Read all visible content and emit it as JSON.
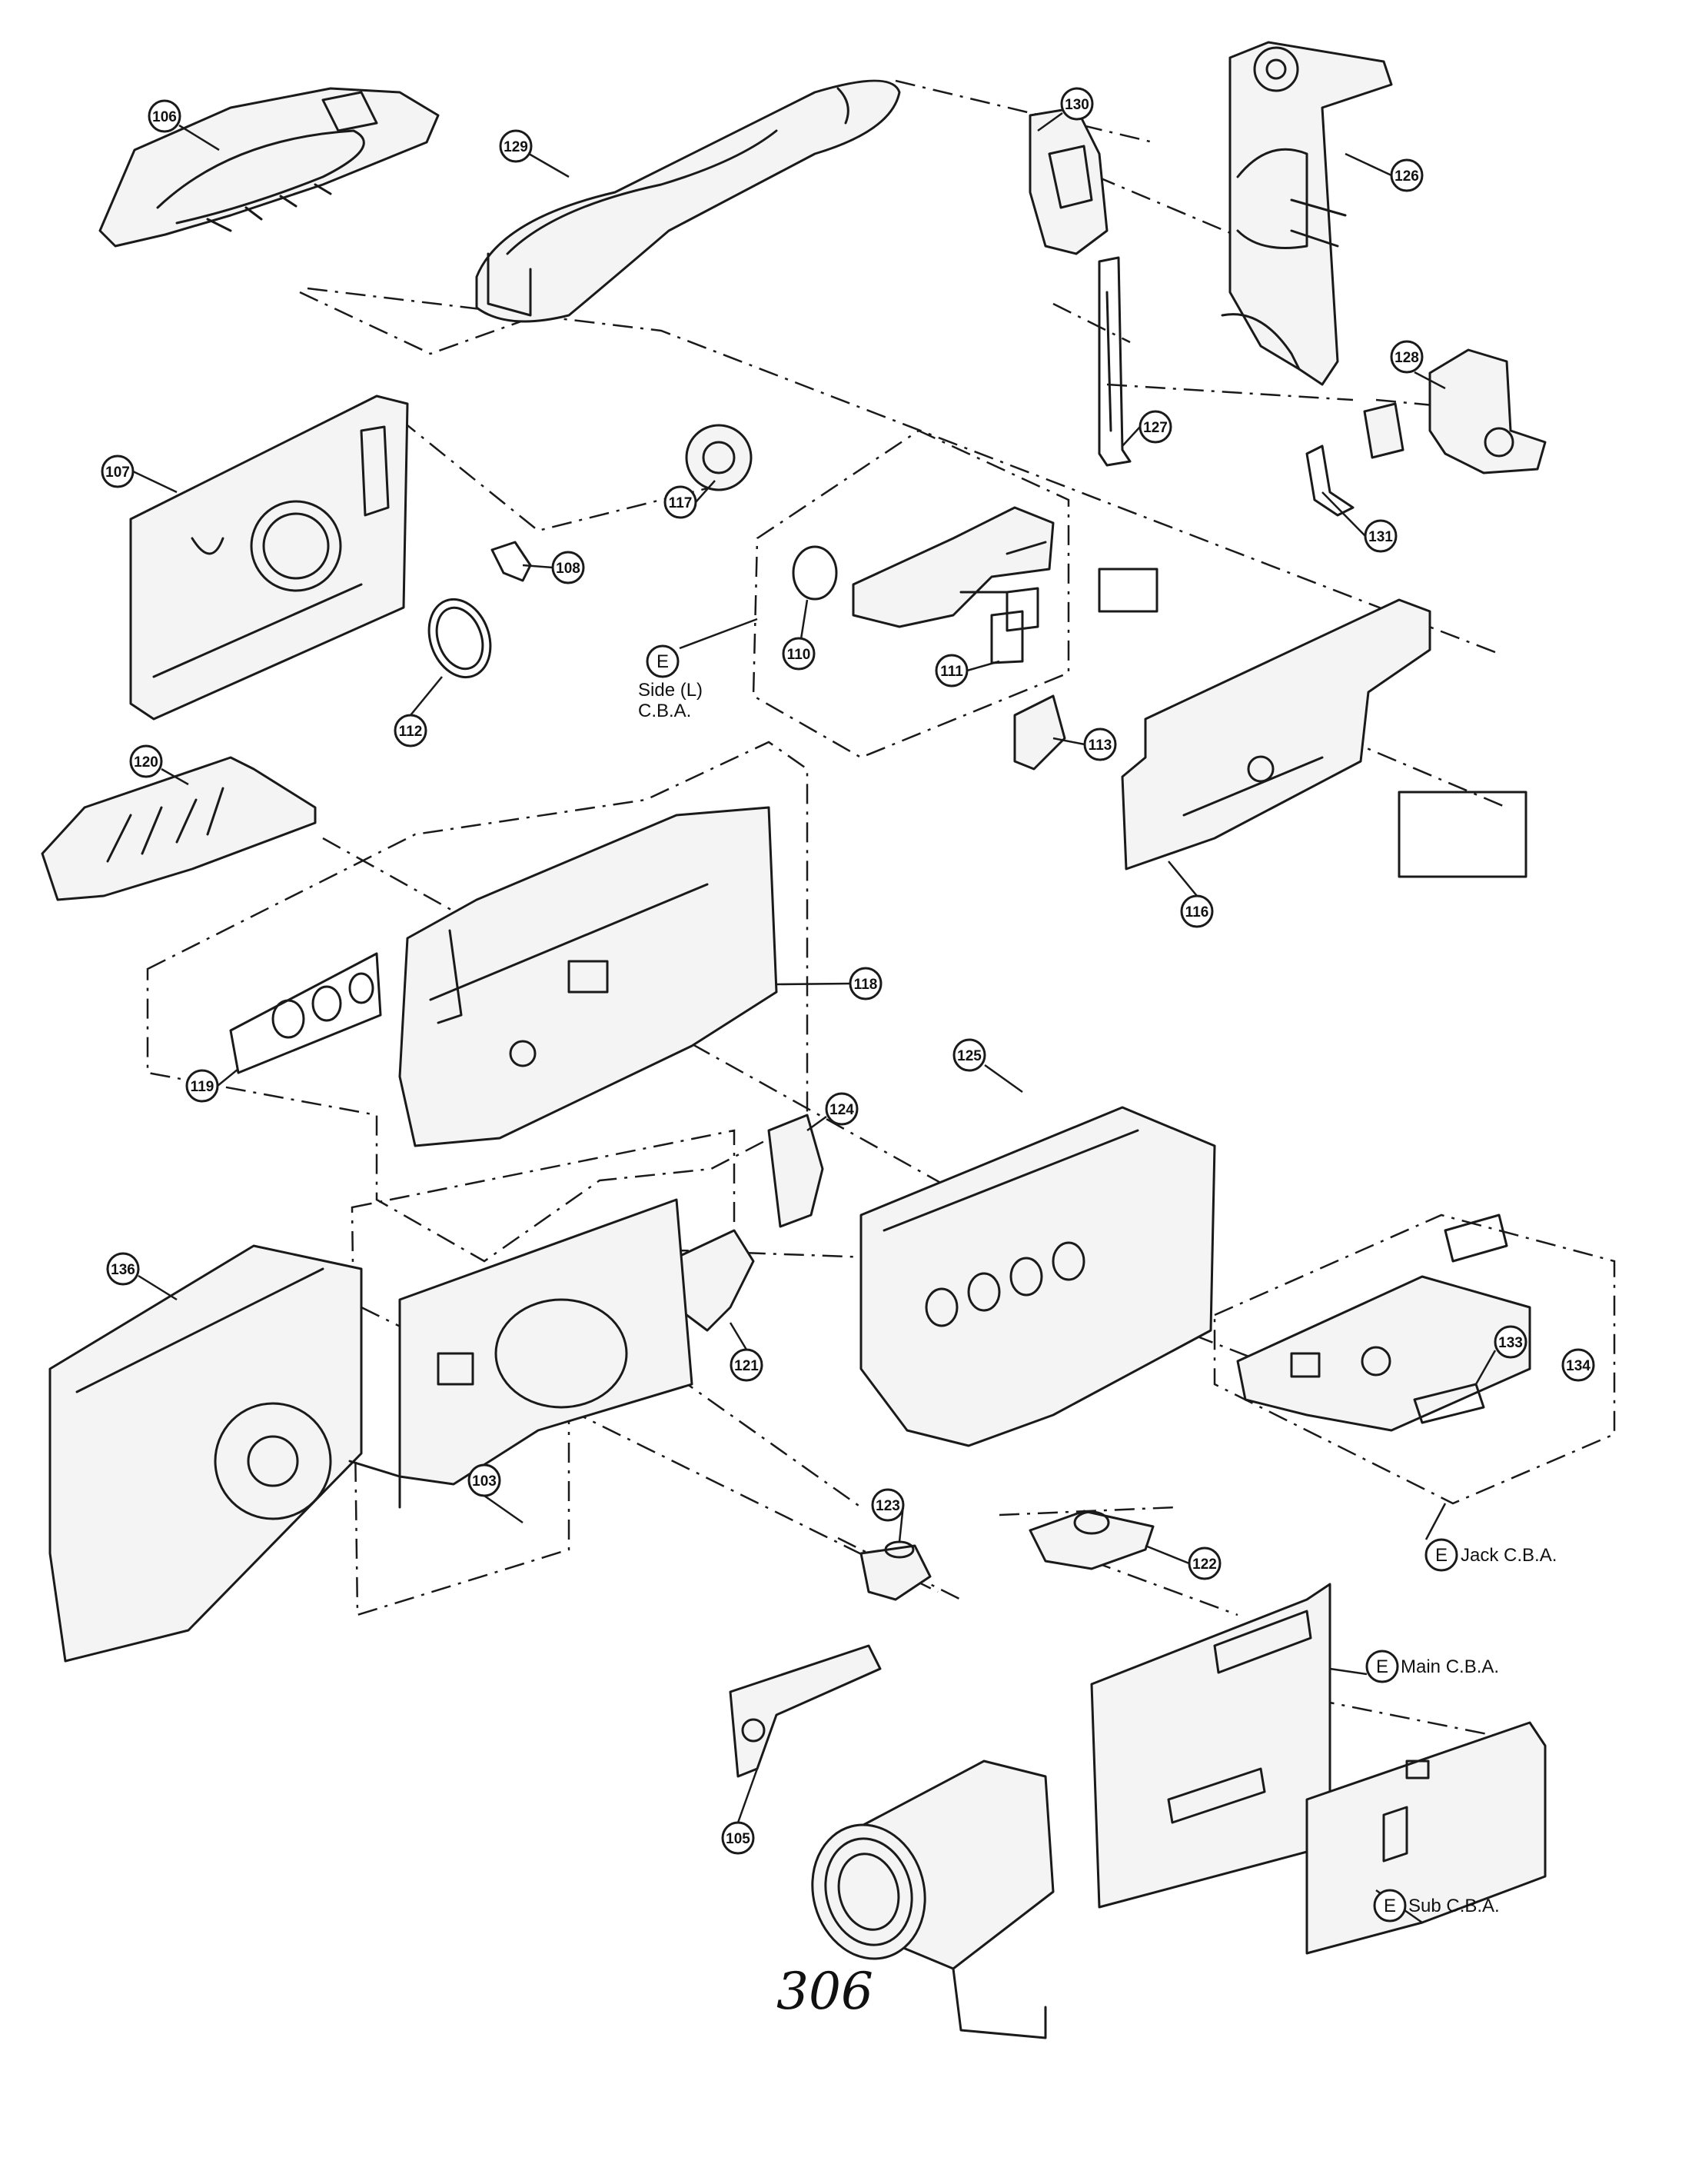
{
  "callouts": {
    "c103": "103",
    "c105": "105",
    "c106": "106",
    "c107": "107",
    "c108": "108",
    "c110": "110",
    "c111": "111",
    "c112": "112",
    "c113": "113",
    "c116": "116",
    "c117": "117",
    "c118": "118",
    "c119": "119",
    "c120": "120",
    "c121": "121",
    "c122": "122",
    "c123": "123",
    "c124": "124",
    "c125": "125",
    "c126": "126",
    "c127": "127",
    "c128": "128",
    "c129": "129",
    "c130": "130",
    "c131": "131",
    "c133": "133",
    "c134": "134",
    "c136": "136"
  },
  "assemblies": {
    "e_marker": "E",
    "side_l_line1": "Side (L)",
    "side_l_line2": "C.B.A.",
    "jack": "Jack C.B.A.",
    "main": "Main C.B.A.",
    "sub": "Sub C.B.A."
  },
  "page_number": "306"
}
